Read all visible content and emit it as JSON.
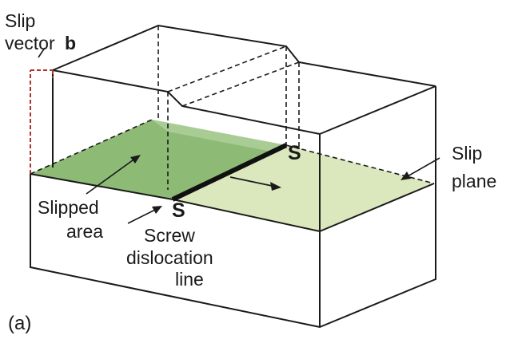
{
  "diagram": {
    "panel_label": "(a)",
    "labels": {
      "slip_vector_line1": "Slip",
      "slip_vector_line2": "vector",
      "slip_vector_symbol": "b",
      "slip_plane_line1": "Slip",
      "slip_plane_line2": "plane",
      "slipped_area_line1": "Slipped",
      "slipped_area_line2": "area",
      "screw_line1": "Screw",
      "screw_line2": "dislocation",
      "screw_line3": "line"
    },
    "screw_marks": [
      "S",
      "S"
    ]
  },
  "colors": {
    "slipped_area": "#8dbb76",
    "slipped_area_top": "#a9cc95",
    "unslipped_plane": "#dbe7bd",
    "edge": "#1a1a1a",
    "slip_vector": "#b0302a",
    "background": "#ffffff"
  }
}
